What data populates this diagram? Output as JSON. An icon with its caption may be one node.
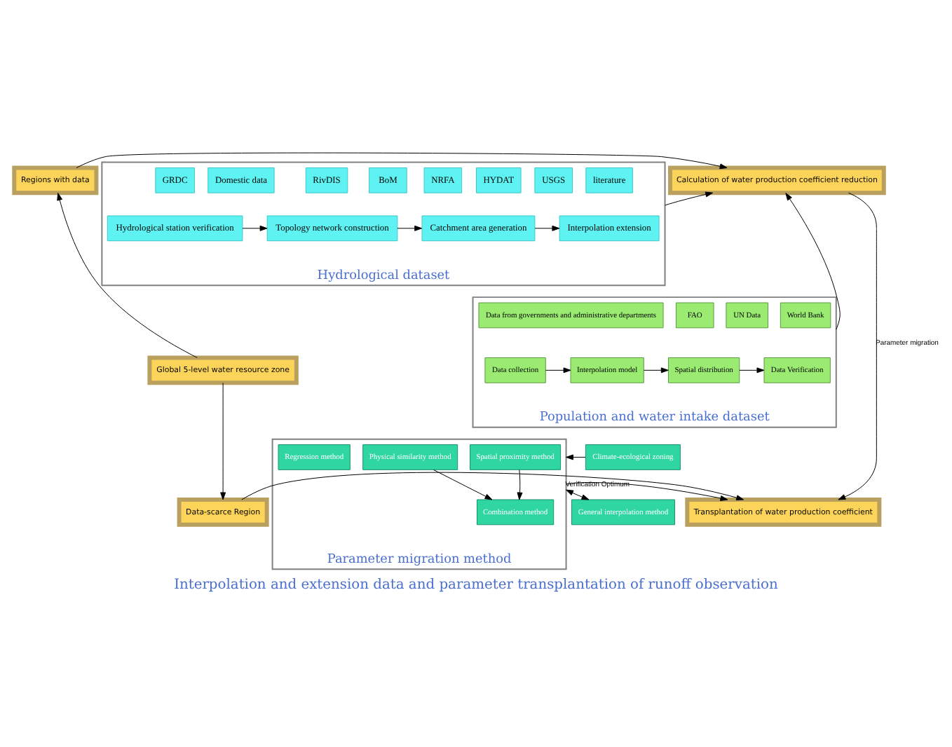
{
  "diagram": {
    "caption": "Interpolation and extension data and parameter transplantation of runoff observation",
    "nodes": [
      {
        "text": [
          "Hydrological dataset"
        ]
      },
      {
        "text": [
          "GRDC"
        ],
        "in": 0
      },
      {
        "text": [
          "USGS"
        ],
        "in": 0
      },
      {
        "text": [
          "HYDAT"
        ],
        "in": 0
      },
      {
        "text": [
          "NRFA"
        ],
        "in": 0
      },
      {
        "text": [
          "BoM"
        ],
        "in": 0
      },
      {
        "text": [
          "RivDIS"
        ],
        "in": 0
      },
      {
        "text": [
          "Domestic data"
        ],
        "in": 0
      },
      {
        "text": [
          "literature"
        ],
        "in": 0
      },
      {
        "text": [
          "Hydrological station verification"
        ],
        "in": 0
      },
      {
        "text": [
          "Topology network construction"
        ],
        "in": 0
      },
      {
        "text": [
          "Catchment area generation"
        ],
        "in": 0
      },
      {
        "text": [
          "Interpolation extension"
        ],
        "in": 0
      },
      {
        "text": [
          "Population and water intake dataset"
        ]
      },
      {
        "text": [
          "World Bank"
        ],
        "in": 13
      },
      {
        "text": [
          "UN Data"
        ],
        "in": 13
      },
      {
        "text": [
          "FAO"
        ],
        "in": 13
      },
      {
        "text": [
          "Data from governments and administrative departments"
        ],
        "in": 13
      },
      {
        "text": [
          "Data collection"
        ],
        "in": 13
      },
      {
        "text": [
          "Interpolation model"
        ],
        "in": 13
      },
      {
        "text": [
          "Spatial distribution"
        ],
        "in": 13
      },
      {
        "text": [
          "Data Verification"
        ],
        "in": 13
      },
      {
        "text": [
          "Climate-ecological zoning"
        ]
      },
      {
        "text": [
          "General interpolation method"
        ]
      },
      {
        "text": [
          "Parameter migration method"
        ]
      },
      {
        "text": [
          "Spatial proximity method"
        ],
        "in": 24
      },
      {
        "text": [
          "Physical similarity method"
        ],
        "in": 24
      },
      {
        "text": [
          "Regression method"
        ],
        "in": 24
      },
      {
        "text": [
          "Combination method"
        ],
        "in": 24
      },
      {
        "text": [
          "Calculation of water production coefficient reduction"
        ]
      },
      {
        "text": [
          "Regions with data"
        ]
      },
      {
        "text": [
          "Global 5-level water resource zone"
        ]
      },
      {
        "text": [
          "Transplantation of water production coefficient"
        ]
      },
      {
        "text": [
          "Data-scarce Region"
        ]
      }
    ],
    "edges": [
      {
        "from": 9,
        "to": 10,
        "arrow": "to"
      },
      {
        "from": 10,
        "to": 11,
        "arrow": "to"
      },
      {
        "from": 11,
        "to": 12,
        "arrow": "to"
      },
      {
        "from": 18,
        "to": 19,
        "arrow": "to"
      },
      {
        "from": 19,
        "to": 20,
        "arrow": "to"
      },
      {
        "from": 20,
        "to": 21,
        "arrow": "to"
      },
      {
        "from": 0,
        "to": 29,
        "arrow": "to"
      },
      {
        "from": 13,
        "to": 29,
        "arrow": "to"
      },
      {
        "from": 30,
        "to": 29,
        "arrow": "to"
      },
      {
        "from": 31,
        "to": 30,
        "arrow": "to"
      },
      {
        "from": 31,
        "to": 33,
        "arrow": "to"
      },
      {
        "from": 33,
        "to": 32,
        "arrow": "to"
      },
      {
        "from": 29,
        "to": 32,
        "arrow": "to",
        "label": "Parameter migration"
      },
      {
        "from": 22,
        "to": 24,
        "arrow": "to"
      },
      {
        "from": 23,
        "to": 24,
        "arrow": "both"
      },
      {
        "from": 25,
        "to": 28,
        "arrow": "to"
      },
      {
        "from": 26,
        "to": 28,
        "arrow": "to"
      },
      {
        "from": 24,
        "to": 32,
        "arrow": "to",
        "label": "Verification Optimum"
      }
    ]
  }
}
